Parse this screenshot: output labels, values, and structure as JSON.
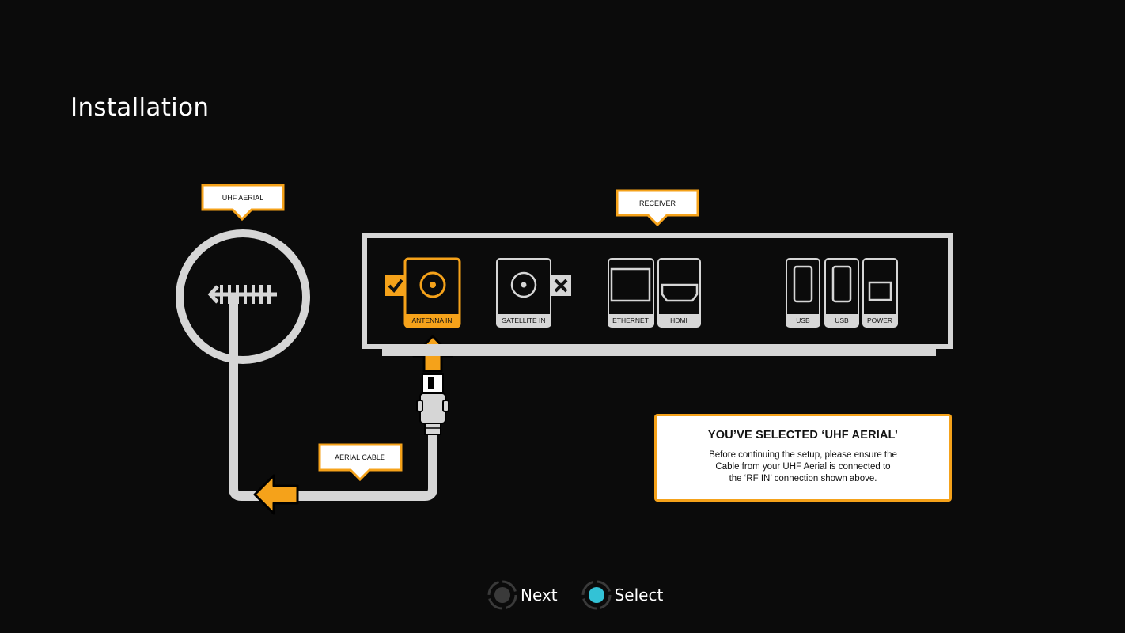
{
  "page": {
    "title": "Installation"
  },
  "colors": {
    "background": "#0b0b0b",
    "accent": "#f5a21a",
    "line": "#d6d6d6",
    "select_button": "#33c2d6",
    "next_button": "#3a3a3a"
  },
  "diagram": {
    "aerial_label": "UHF AERIAL",
    "receiver_label": "RECEIVER",
    "cable_label": "AERIAL CABLE",
    "ports": {
      "antenna_in": {
        "label": "ANTENNA IN",
        "status": "selected",
        "icon": "check-icon"
      },
      "satellite_in": {
        "label": "SATELLITE IN",
        "status": "not-used",
        "icon": "cross-icon"
      },
      "ethernet": {
        "label": "ETHERNET"
      },
      "hdmi": {
        "label": "HDMI"
      },
      "usb_1": {
        "label": "USB"
      },
      "usb_2": {
        "label": "USB"
      },
      "power": {
        "label": "POWER"
      }
    }
  },
  "info": {
    "title": "YOU’VE SELECTED ‘UHF AERIAL’",
    "lines": [
      "Before continuing the setup, please ensure the",
      "Cable from your UHF Aerial is connected to",
      "the ‘RF IN’ connection shown above."
    ]
  },
  "footer": {
    "next_label": "Next",
    "select_label": "Select"
  }
}
